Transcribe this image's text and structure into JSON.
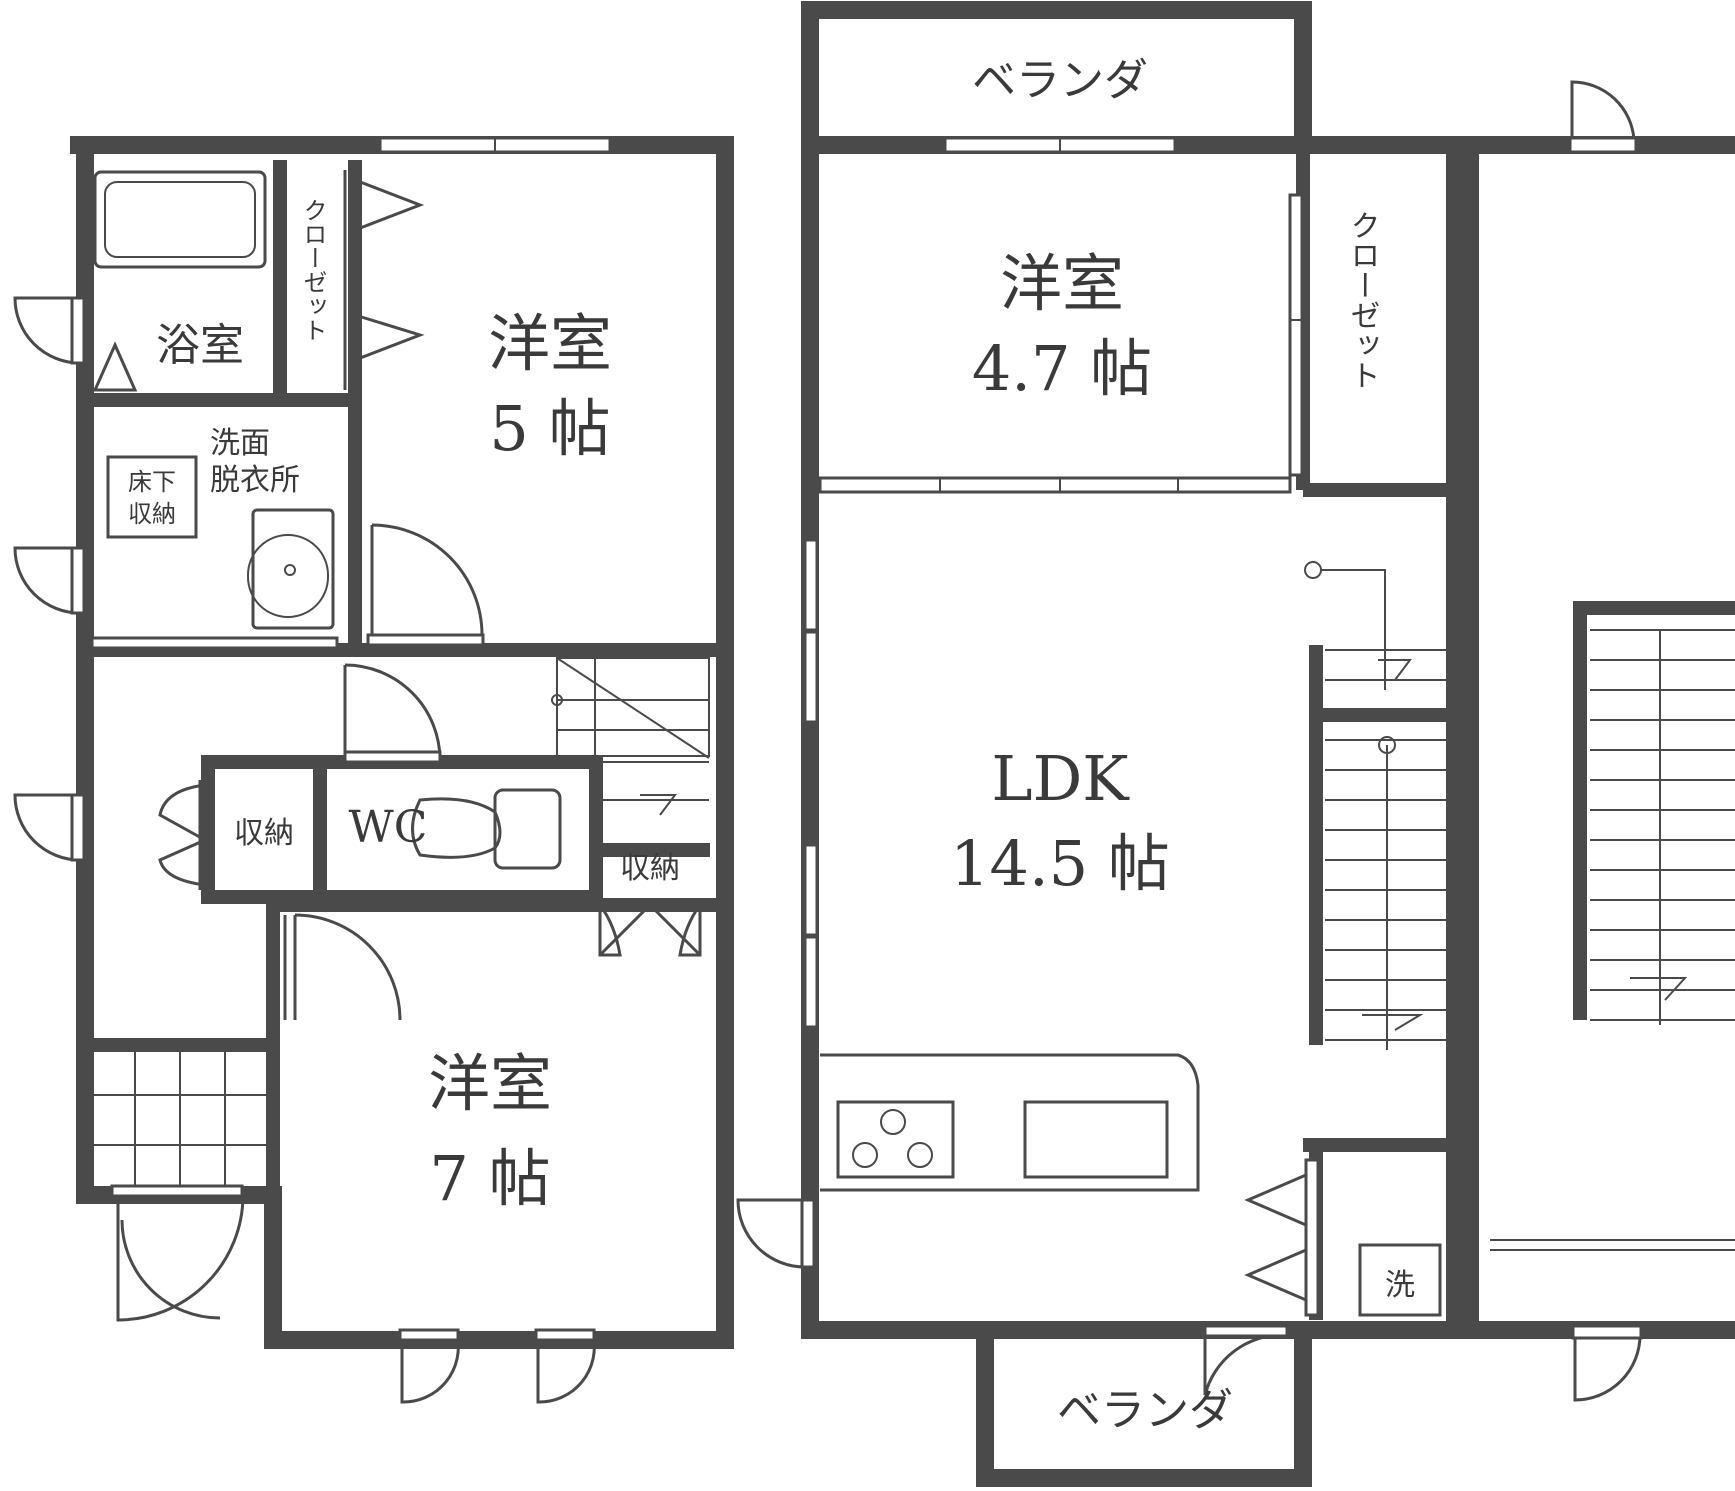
{
  "labels": {
    "veranda_top": "ベランダ",
    "veranda_bottom": "ベランダ",
    "bath": "浴室",
    "closet_left": "クローゼット",
    "closet_right": "クローゼット",
    "room_5_name": "洋室",
    "room_5_size": "5 帖",
    "washroom_l1": "洗面",
    "washroom_l2": "脱衣所",
    "underfloor_l1": "床下",
    "underfloor_l2": "収納",
    "storage_a": "収納",
    "wc": "WC",
    "storage_b": "収納",
    "room_7_name": "洋室",
    "room_7_size": "7 帖",
    "room_47_name": "洋室",
    "room_47_size": "4.7 帖",
    "ldk_name": "LDK",
    "ldk_size": "14.5 帖",
    "laundry": "洗"
  },
  "colors": {
    "wall": "#4a4a4a",
    "background": "#ffffff",
    "text": "#3a3a3a"
  }
}
